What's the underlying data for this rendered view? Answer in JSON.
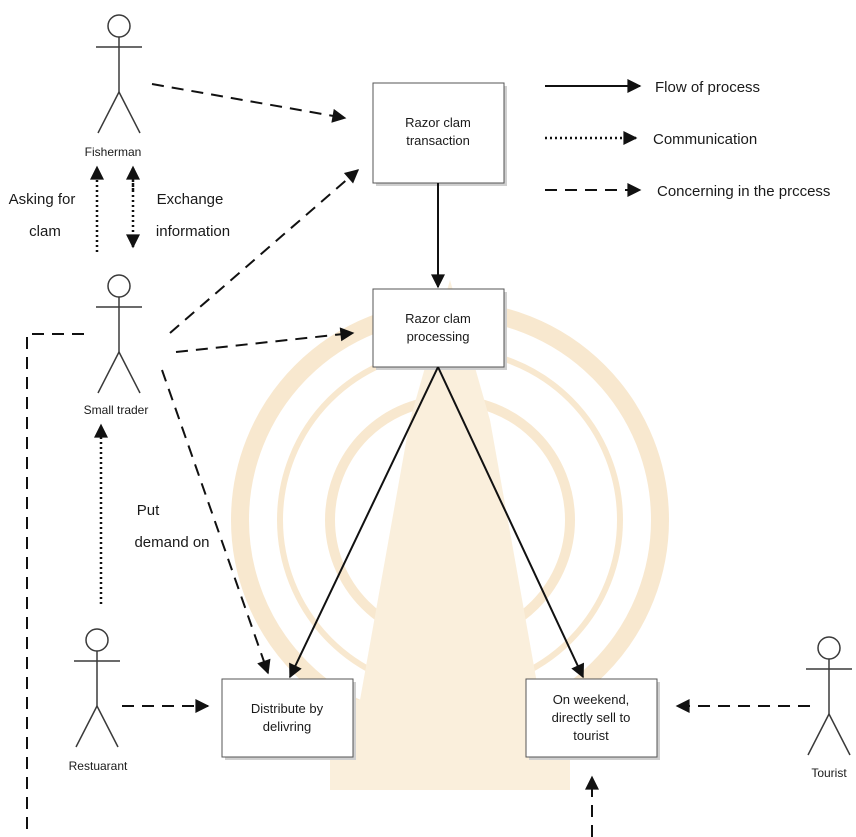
{
  "colors": {
    "line": "#111111",
    "box_border": "#555555",
    "watermark": "#f3d6a8"
  },
  "actors": {
    "fisherman": "Fisherman",
    "small_trader": "Small trader",
    "restaurant": "Restuarant",
    "tourist": "Tourist"
  },
  "boxes": {
    "transaction": [
      "Razor clam",
      "transaction"
    ],
    "processing": [
      "Razor clam",
      "processing"
    ],
    "distribute": [
      "Distribute by",
      "delivring"
    ],
    "weekend": [
      "On weekend,",
      "directly sell to",
      "tourist"
    ]
  },
  "flow_labels": {
    "asking": [
      "Asking for",
      "clam"
    ],
    "exchange": [
      "Exchange",
      "information"
    ],
    "demand": [
      "Put",
      "demand on"
    ]
  },
  "legend": {
    "flow": "Flow of process",
    "communication": "Communication",
    "concerning": "Concerning in the prccess"
  }
}
